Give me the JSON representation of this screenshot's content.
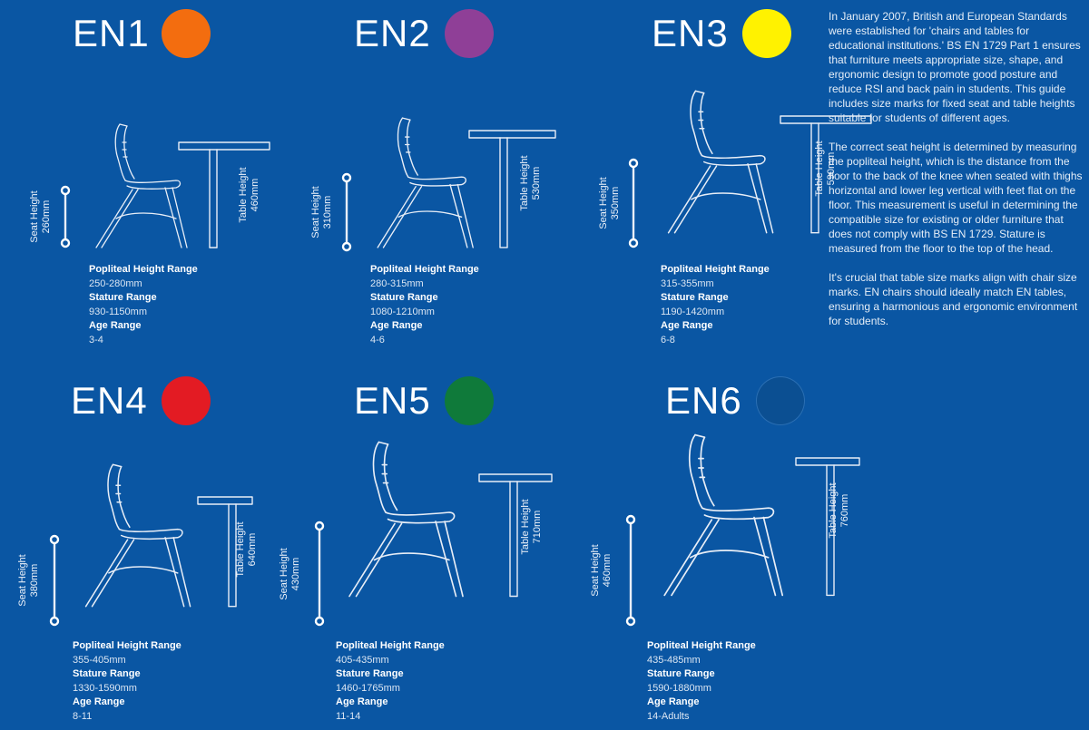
{
  "colors": {
    "background": "#0a56a3",
    "text": "#ffffff"
  },
  "labels": {
    "seat_height": "Seat Height",
    "table_height": "Table Height",
    "popliteal": "Popliteal Height Range",
    "stature": "Stature Range",
    "age": "Age Range"
  },
  "sizes": [
    {
      "name": "EN1",
      "color": "#f36d0f",
      "color_name": "orange",
      "seat_height": "260mm",
      "table_height": "460mm",
      "popliteal_range": "250-280mm",
      "stature_range": "930-1150mm",
      "age_range": "3-4"
    },
    {
      "name": "EN2",
      "color": "#8f3f97",
      "color_name": "purple",
      "seat_height": "310mm",
      "table_height": "530mm",
      "popliteal_range": "280-315mm",
      "stature_range": "1080-1210mm",
      "age_range": "4-6"
    },
    {
      "name": "EN3",
      "color": "#fff200",
      "color_name": "yellow",
      "seat_height": "350mm",
      "table_height": "590mm",
      "popliteal_range": "315-355mm",
      "stature_range": "1190-1420mm",
      "age_range": "6-8"
    },
    {
      "name": "EN4",
      "color": "#e31b23",
      "color_name": "red",
      "seat_height": "380mm",
      "table_height": "640mm",
      "popliteal_range": "355-405mm",
      "stature_range": "1330-1590mm",
      "age_range": "8-11"
    },
    {
      "name": "EN5",
      "color": "#0f7a3a",
      "color_name": "green",
      "seat_height": "430mm",
      "table_height": "710mm",
      "popliteal_range": "405-435mm",
      "stature_range": "1460-1765mm",
      "age_range": "11-14"
    },
    {
      "name": "EN6",
      "color": "#0b4f92",
      "color_name": "blue",
      "seat_height": "460mm",
      "table_height": "760mm",
      "popliteal_range": "435-485mm",
      "stature_range": "1590-1880mm",
      "age_range": "14-Adults"
    }
  ],
  "description": {
    "paragraphs": [
      "In January 2007, British and European Standards were established for 'chairs and tables for educational institutions.' BS EN 1729 Part 1 ensures that furniture meets appropriate size, shape, and ergonomic design to promote good posture and reduce RSI and back pain in students. This guide includes size marks for fixed seat and table heights suitable for students of different ages.",
      "The correct seat height is determined by measuring the popliteal height, which is the distance from the floor to the back of the knee when seated with thighs horizontal and lower leg vertical with feet flat on the floor. This measurement is useful in determining the compatible size for existing or older furniture that does not comply with BS EN 1729. Stature is measured from the floor to the top of the head.",
      "It's crucial that table size marks align with chair size marks. EN chairs should ideally match EN tables, ensuring a harmonious and ergonomic environment for students."
    ]
  }
}
